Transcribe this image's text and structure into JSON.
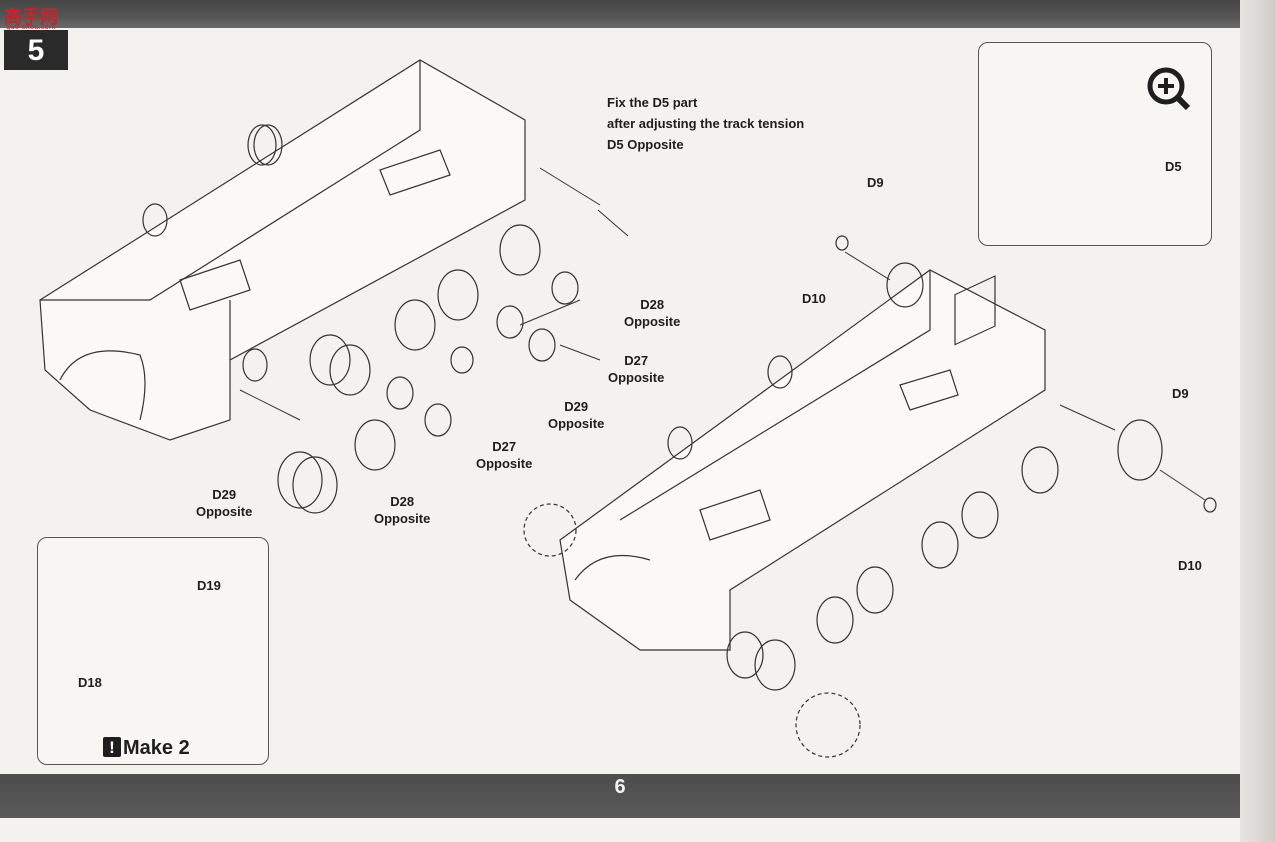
{
  "logo": {
    "text": "高手网",
    "url": "gao-shou.com"
  },
  "step": {
    "number": "5"
  },
  "page_number": "6",
  "note": {
    "line1": "Fix the D5 part",
    "line2": "after adjusting the track tension",
    "line3": "D5 Opposite"
  },
  "labels": {
    "d28_a": {
      "part": "D28",
      "side": "Opposite"
    },
    "d27_a": {
      "part": "D27",
      "side": "Opposite"
    },
    "d29_a": {
      "part": "D29",
      "side": "Opposite"
    },
    "d27_b": {
      "part": "D27",
      "side": "Opposite"
    },
    "d28_b": {
      "part": "D28",
      "side": "Opposite"
    },
    "d29_b": {
      "part": "D29",
      "side": "Opposite"
    },
    "d9_a": "D9",
    "d10_a": "D10",
    "d9_b": "D9",
    "d10_b": "D10",
    "d5": "D5",
    "d19": "D19",
    "d18": "D18"
  },
  "make": "Make 2",
  "icons": [
    "zoom-in-icon",
    "exclamation-icon"
  ]
}
